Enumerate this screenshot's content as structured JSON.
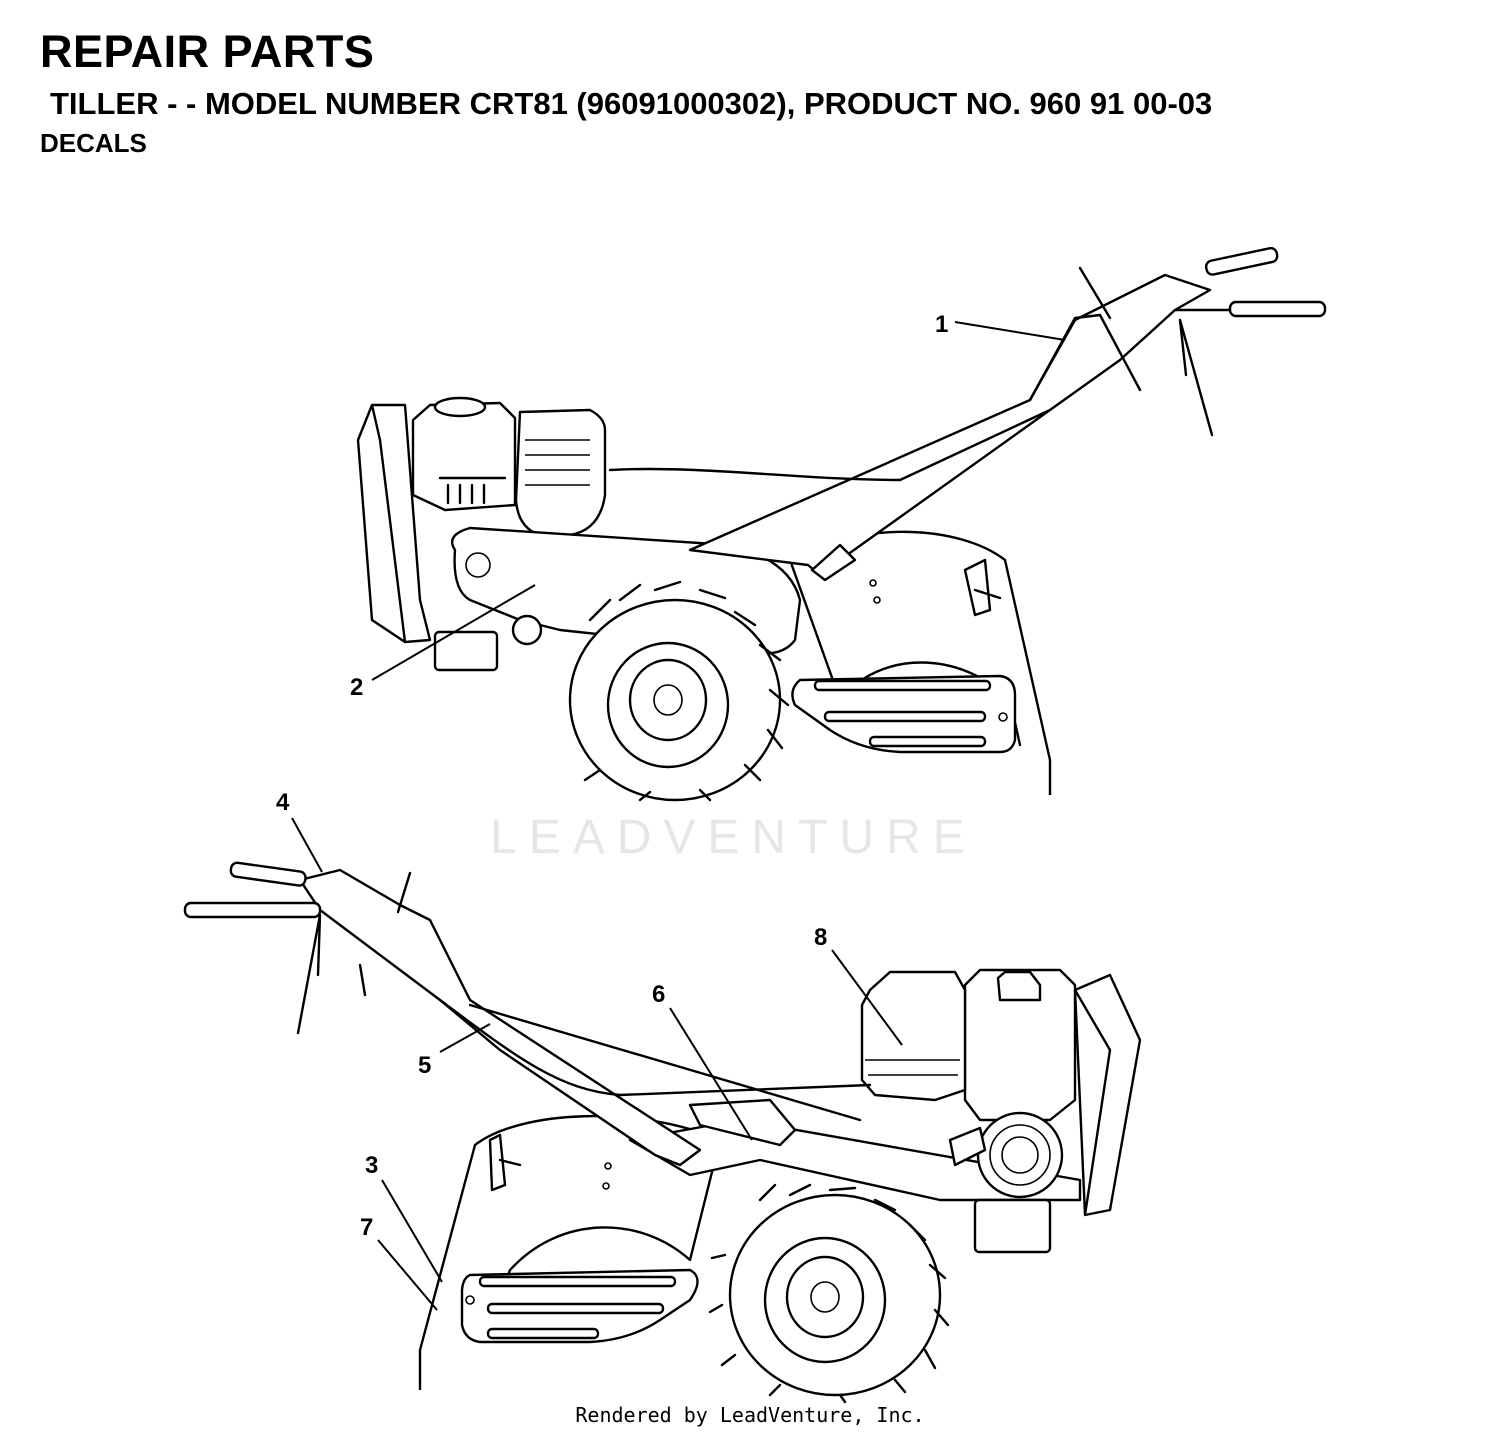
{
  "header": {
    "title": "REPAIR PARTS",
    "subtitle": "TILLER - - MODEL NUMBER CRT81 (96091000302), PRODUCT NO. 960 91 00-03",
    "section": "DECALS"
  },
  "watermark": "LEADVENTURE",
  "footer": "Rendered by LeadVenture, Inc.",
  "callouts": {
    "c1": "1",
    "c2": "2",
    "c3": "3",
    "c4": "4",
    "c5": "5",
    "c6": "6",
    "c7": "7",
    "c8": "8"
  }
}
